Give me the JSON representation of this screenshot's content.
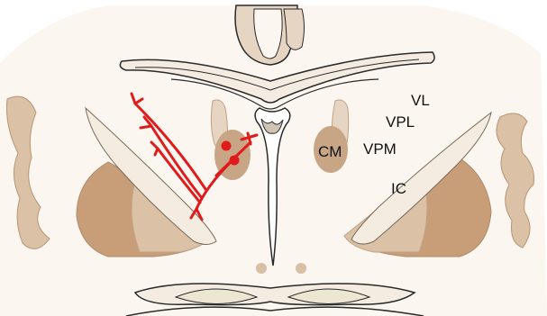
{
  "labels": {
    "vl": "VL",
    "vpl": "VPL",
    "vpm": "VPM",
    "cm": "CM",
    "ic": "IC"
  },
  "colors": {
    "background": "#fbf6ef",
    "tissue": "#e6d5c2",
    "nucleus": "#c8a585",
    "dark_band": "#c79e78",
    "mid_band": "#dbc1a6",
    "outline": "#2a2a2a",
    "vessel": "#e01b1b",
    "light_fill": "#ede6d0"
  }
}
